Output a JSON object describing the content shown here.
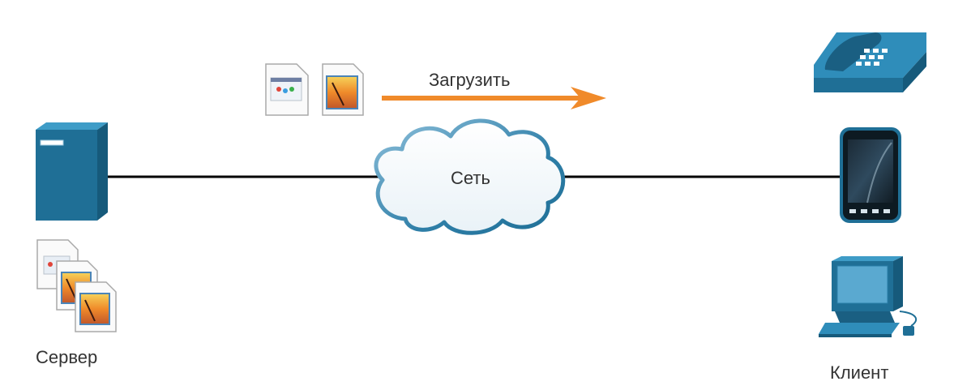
{
  "labels": {
    "server": "Сервер",
    "client": "Клиент",
    "network": "Сеть",
    "upload": "Загрузить"
  },
  "icons": {
    "server": "server-tower-icon",
    "server_files": "document-stack-icon",
    "transfer_files": "document-icon",
    "network": "cloud-icon",
    "phone": "ip-phone-icon",
    "smartphone": "smartphone-icon",
    "computer": "desktop-computer-icon",
    "arrow": "arrow-right-icon"
  },
  "colors": {
    "device_blue": "#1f6f96",
    "device_light": "#2f8dba",
    "cloud_stroke": "#2f7fa8",
    "arrow_orange": "#f08a2a",
    "link_line": "#000000"
  }
}
